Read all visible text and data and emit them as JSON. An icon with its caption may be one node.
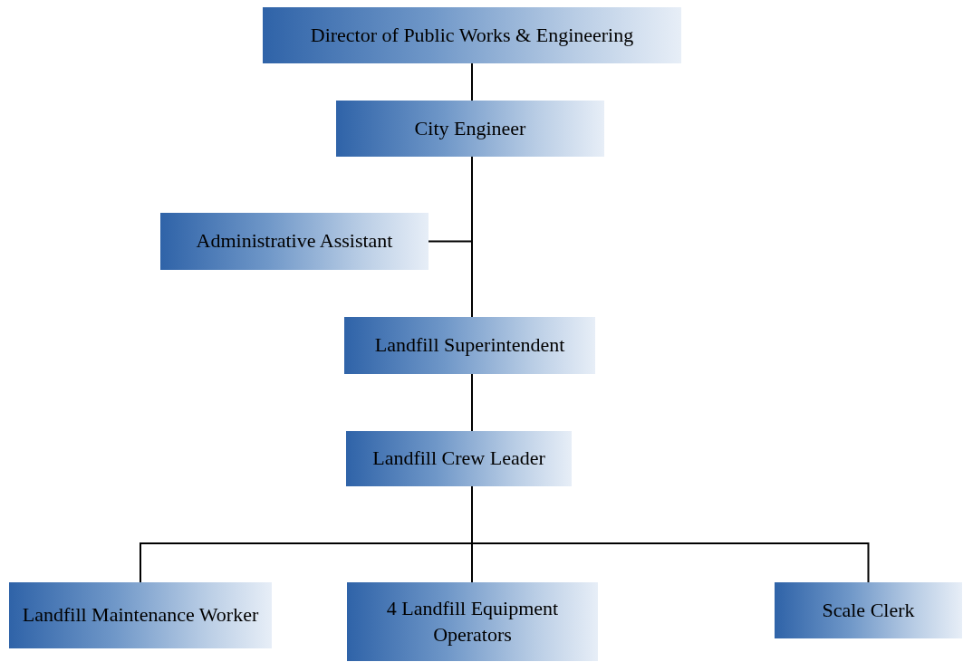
{
  "diagram": {
    "nodes": [
      {
        "text": [
          "Director of Public Works & Engineering"
        ]
      },
      {
        "text": [
          "City Engineer"
        ]
      },
      {
        "text": [
          "Administrative Assistant"
        ]
      },
      {
        "text": [
          "Landfill Superintendent"
        ]
      },
      {
        "text": [
          "Landfill Crew Leader"
        ]
      },
      {
        "text": [
          "Landfill Maintenance Worker"
        ]
      },
      {
        "text": [
          "4 Landfill Equipment Operators"
        ]
      },
      {
        "text": [
          "Scale Clerk"
        ]
      }
    ],
    "edges": [
      {
        "from": 0,
        "to": 1,
        "arrow": "none"
      },
      {
        "from": 1,
        "to": 2,
        "arrow": "none"
      },
      {
        "from": 1,
        "to": 3,
        "arrow": "none"
      },
      {
        "from": 3,
        "to": 4,
        "arrow": "none"
      },
      {
        "from": 4,
        "to": 5,
        "arrow": "none"
      },
      {
        "from": 4,
        "to": 6,
        "arrow": "none"
      },
      {
        "from": 4,
        "to": 7,
        "arrow": "none"
      }
    ]
  }
}
